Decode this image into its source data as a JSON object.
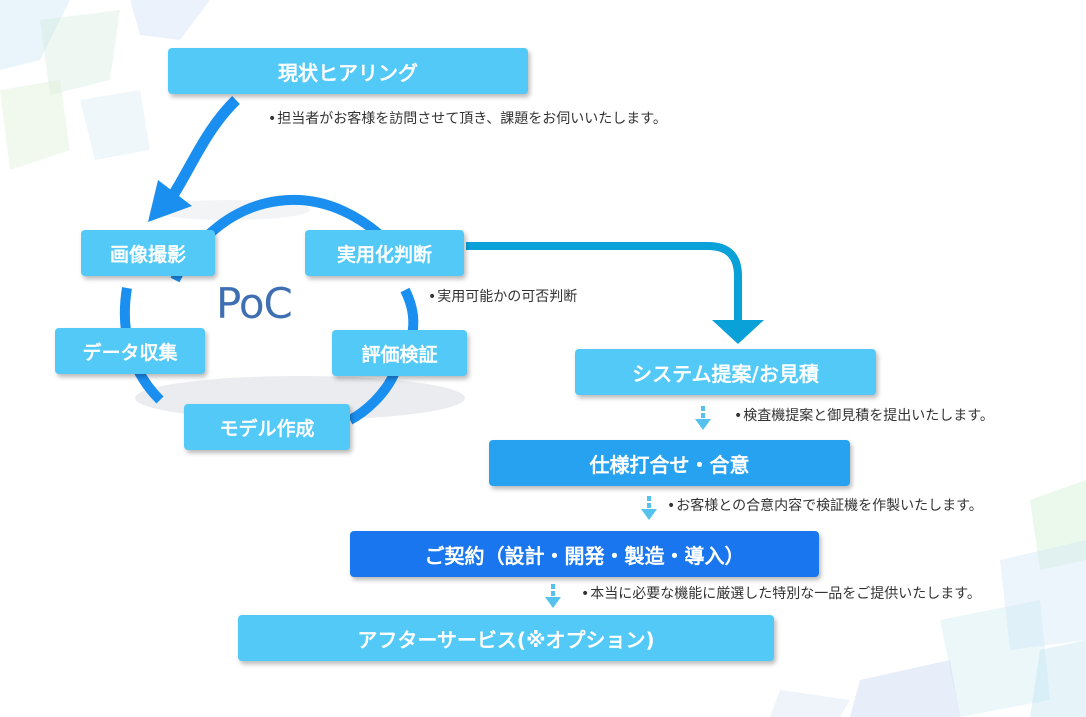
{
  "hearing": {
    "title": "現状ヒアリング",
    "note": "担当者がお客様を訪問させて頂き、課題をお伺いいたします。"
  },
  "poc": {
    "label": "PoC",
    "steps": {
      "imaging": "画像撮影",
      "practical": "実用化判断",
      "data_collection": "データ収集",
      "evaluation": "評価検証",
      "modeling": "モデル作成"
    },
    "practical_note": "実用可能かの可否判断"
  },
  "flow": [
    {
      "label": "システム提案/お見積",
      "note": "検査機提案と御見積を提出いたします。"
    },
    {
      "label": "仕様打合せ・合意",
      "note": "お客様との合意内容で検証機を作製いたします。"
    },
    {
      "label": "ご契約（設計・開発・製造・導入）",
      "note": "本当に必要な機能に厳選した特別な一品をご提供いたします。"
    },
    {
      "label": "アフターサービス(※オプション)"
    }
  ],
  "colors": {
    "box_light": "#52c9f6",
    "box_mid": "#27a2f1",
    "box_deep": "#1976ee",
    "arrow_blue": "#1a8ff0",
    "arrow_teal": "#0aa0d8",
    "poc_text": "#3f6fb3"
  }
}
